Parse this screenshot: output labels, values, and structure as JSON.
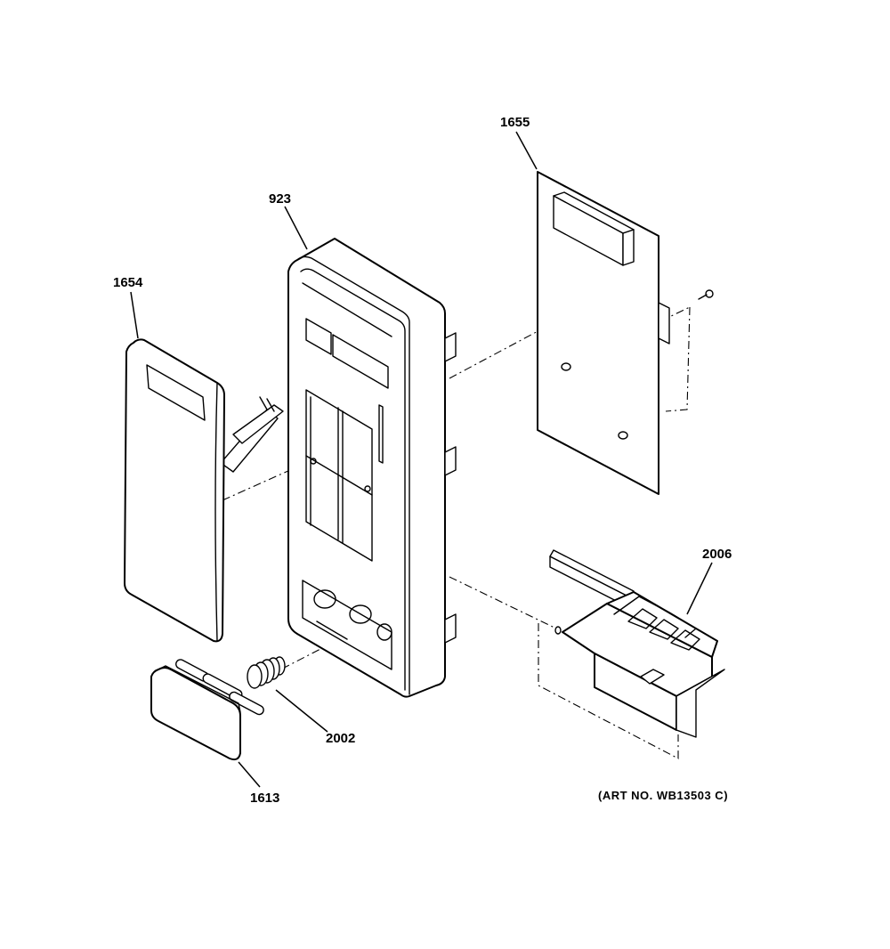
{
  "parts": [
    {
      "id": "1655",
      "label": "1655"
    },
    {
      "id": "923",
      "label": "923"
    },
    {
      "id": "1654",
      "label": "1654"
    },
    {
      "id": "2006",
      "label": "2006"
    },
    {
      "id": "2002",
      "label": "2002"
    },
    {
      "id": "1613",
      "label": "1613"
    }
  ],
  "art_number": "(ART NO. WB13503 C)"
}
